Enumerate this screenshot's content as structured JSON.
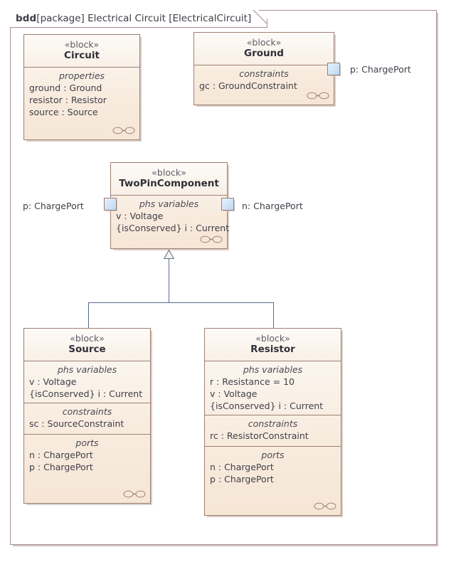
{
  "frame": {
    "kind": "bdd",
    "caption": "[package] Electrical Circuit [ElectricalCircuit]"
  },
  "colors": {
    "block_border": "#9e7f72",
    "block_fill": "#f8ecdf",
    "frame_border": "#a89090",
    "port_fill": "#bcd8f4",
    "connector": "#5a6a90"
  },
  "blocks": {
    "circuit": {
      "stereotype": "«block»",
      "name": "Circuit",
      "compartments": [
        {
          "title": "properties",
          "items": [
            "ground : Ground",
            "resistor : Resistor",
            "source : Source"
          ]
        }
      ]
    },
    "ground": {
      "stereotype": "«block»",
      "name": "Ground",
      "compartments": [
        {
          "title": "constraints",
          "items": [
            "gc : GroundConstraint"
          ]
        }
      ],
      "ports": [
        {
          "name": "p-chargeport",
          "label": "p: ChargePort"
        }
      ]
    },
    "twopin": {
      "stereotype": "«block»",
      "name": "TwoPinComponent",
      "compartments": [
        {
          "title": "phs variables",
          "items": [
            "v : Voltage",
            "{isConserved} i : Current"
          ]
        }
      ],
      "ports": [
        {
          "name": "p-chargeport",
          "label": "p: ChargePort"
        },
        {
          "name": "n-chargeport",
          "label": "n: ChargePort"
        }
      ]
    },
    "source": {
      "stereotype": "«block»",
      "name": "Source",
      "compartments": [
        {
          "title": "phs variables",
          "items": [
            "v : Voltage",
            "{isConserved} i : Current"
          ]
        },
        {
          "title": "constraints",
          "items": [
            "sc : SourceConstraint"
          ]
        },
        {
          "title": "ports",
          "items": [
            "n : ChargePort",
            "p : ChargePort"
          ]
        }
      ]
    },
    "resistor": {
      "stereotype": "«block»",
      "name": "Resistor",
      "compartments": [
        {
          "title": "phs variables",
          "items": [
            "r : Resistance = 10",
            "v : Voltage",
            "{isConserved} i : Current"
          ]
        },
        {
          "title": "constraints",
          "items": [
            "rc : ResistorConstraint"
          ]
        },
        {
          "title": "ports",
          "items": [
            "n : ChargePort",
            "p : ChargePort"
          ]
        }
      ]
    }
  }
}
